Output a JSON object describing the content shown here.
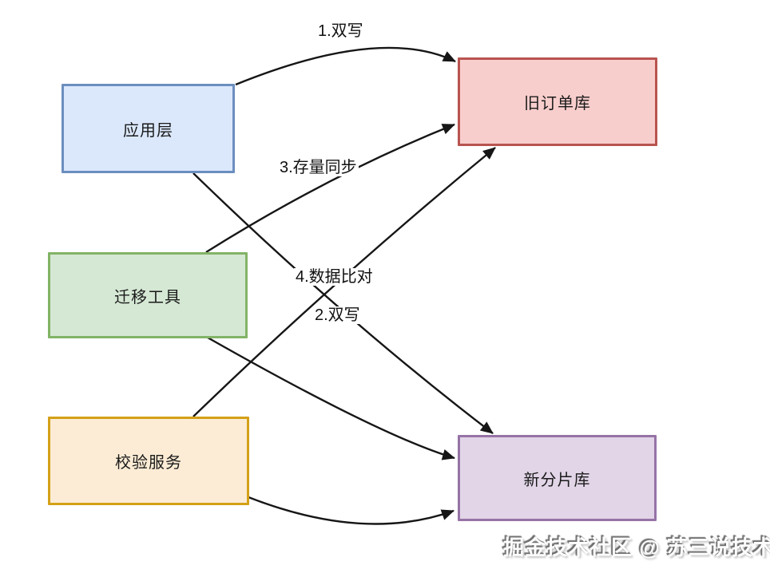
{
  "diagram": {
    "type": "architecture-flow",
    "background_color": "#ffffff",
    "line_color": "#161616",
    "nodes": [
      {
        "id": "app",
        "label": "应用层",
        "fill": "#dbe8fc",
        "stroke": "#6c8ebf"
      },
      {
        "id": "migration",
        "label": "迁移工具",
        "fill": "#d5e8d4",
        "stroke": "#82b366"
      },
      {
        "id": "validation",
        "label": "校验服务",
        "fill": "#fcecd5",
        "stroke": "#d4a017"
      },
      {
        "id": "old-db",
        "label": "旧订单库",
        "fill": "#f8cecc",
        "stroke": "#b85450"
      },
      {
        "id": "new-db",
        "label": "新分片库",
        "fill": "#e1d5e7",
        "stroke": "#9673a6"
      }
    ],
    "edges": [
      {
        "from": "应用层",
        "to": "旧订单库",
        "label": "1.双写"
      },
      {
        "from": "应用层",
        "to": "新分片库",
        "label": "2.双写"
      },
      {
        "from": "迁移工具",
        "to": "旧订单库",
        "label": "3.存量同步"
      },
      {
        "from": "迁移工具",
        "to": "新分片库",
        "label": ""
      },
      {
        "from": "校验服务",
        "to": "旧订单库",
        "label": "4.数据比对"
      },
      {
        "from": "校验服务",
        "to": "新分片库",
        "label": ""
      }
    ],
    "watermark": "掘金技术社区 @ 苏三说技术"
  }
}
